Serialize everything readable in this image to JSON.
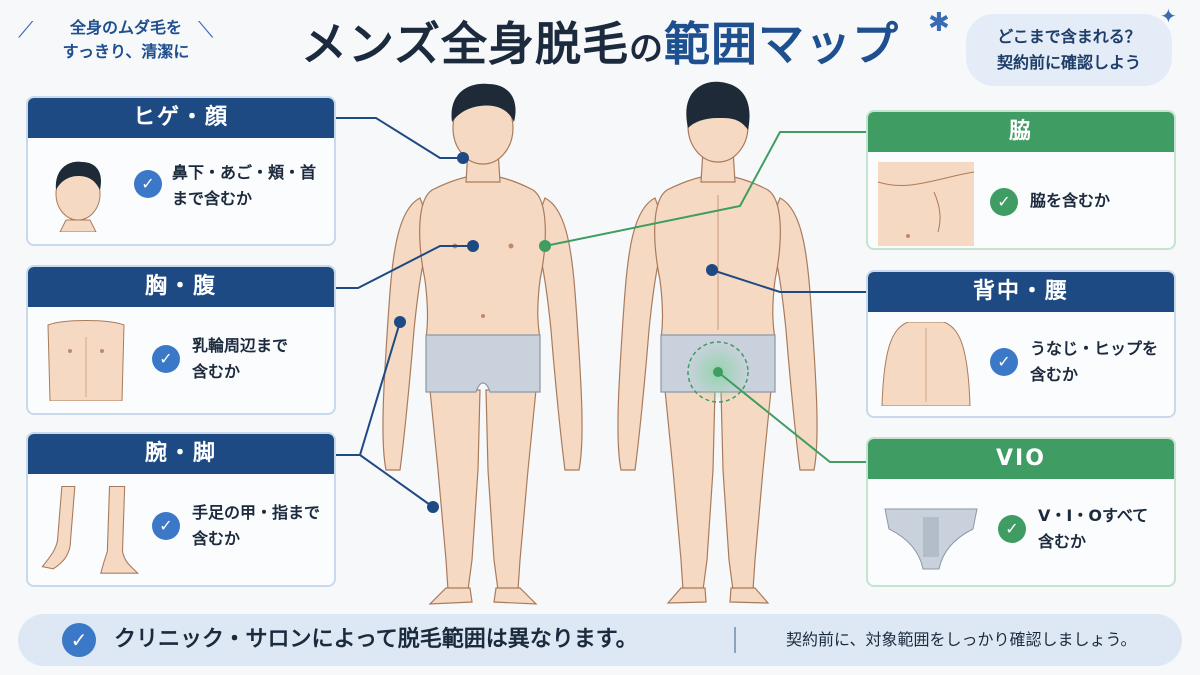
{
  "header": {
    "title_part1": "メンズ全身脱毛",
    "title_no": "の",
    "title_part2": "範囲マップ",
    "left_note_line1": "全身のムダ毛を",
    "left_note_line2": "すっきり、清潔に",
    "bubble_line1": "どこまで含まれる？",
    "bubble_line2": "契約前に確認しよう"
  },
  "cards_left": [
    {
      "title": "ヒゲ・顔",
      "desc_line1": "鼻下・あご・頬・首",
      "desc_line2": "まで含むか",
      "icon": "face-icon"
    },
    {
      "title": "胸・腹",
      "desc_line1": "乳輪周辺まで",
      "desc_line2": "含むか",
      "icon": "torso-icon"
    },
    {
      "title": "腕・脚",
      "desc_line1": "手足の甲・指まで",
      "desc_line2": "含むか",
      "icon": "limbs-icon"
    }
  ],
  "cards_right": [
    {
      "title": "脇",
      "desc_line1": "脇を含むか",
      "desc_line2": "",
      "icon": "armpit-icon"
    },
    {
      "title": "背中・腰",
      "desc_line1": "うなじ・ヒップを",
      "desc_line2": "含むか",
      "icon": "back-icon"
    },
    {
      "title": "VIO",
      "desc_line1": "V・I・Oすべて",
      "desc_line2": "含むか",
      "icon": "briefs-icon"
    }
  ],
  "footer": {
    "main": "クリニック・サロンによって脱毛範囲は異なります。",
    "sub": "契約前に、対象範囲をしっかり確認しましょう。"
  },
  "colors": {
    "navy": "#1e4a83",
    "green": "#3f9c62",
    "skin": "#f6d9c2",
    "briefs": "#c9d1dc"
  }
}
